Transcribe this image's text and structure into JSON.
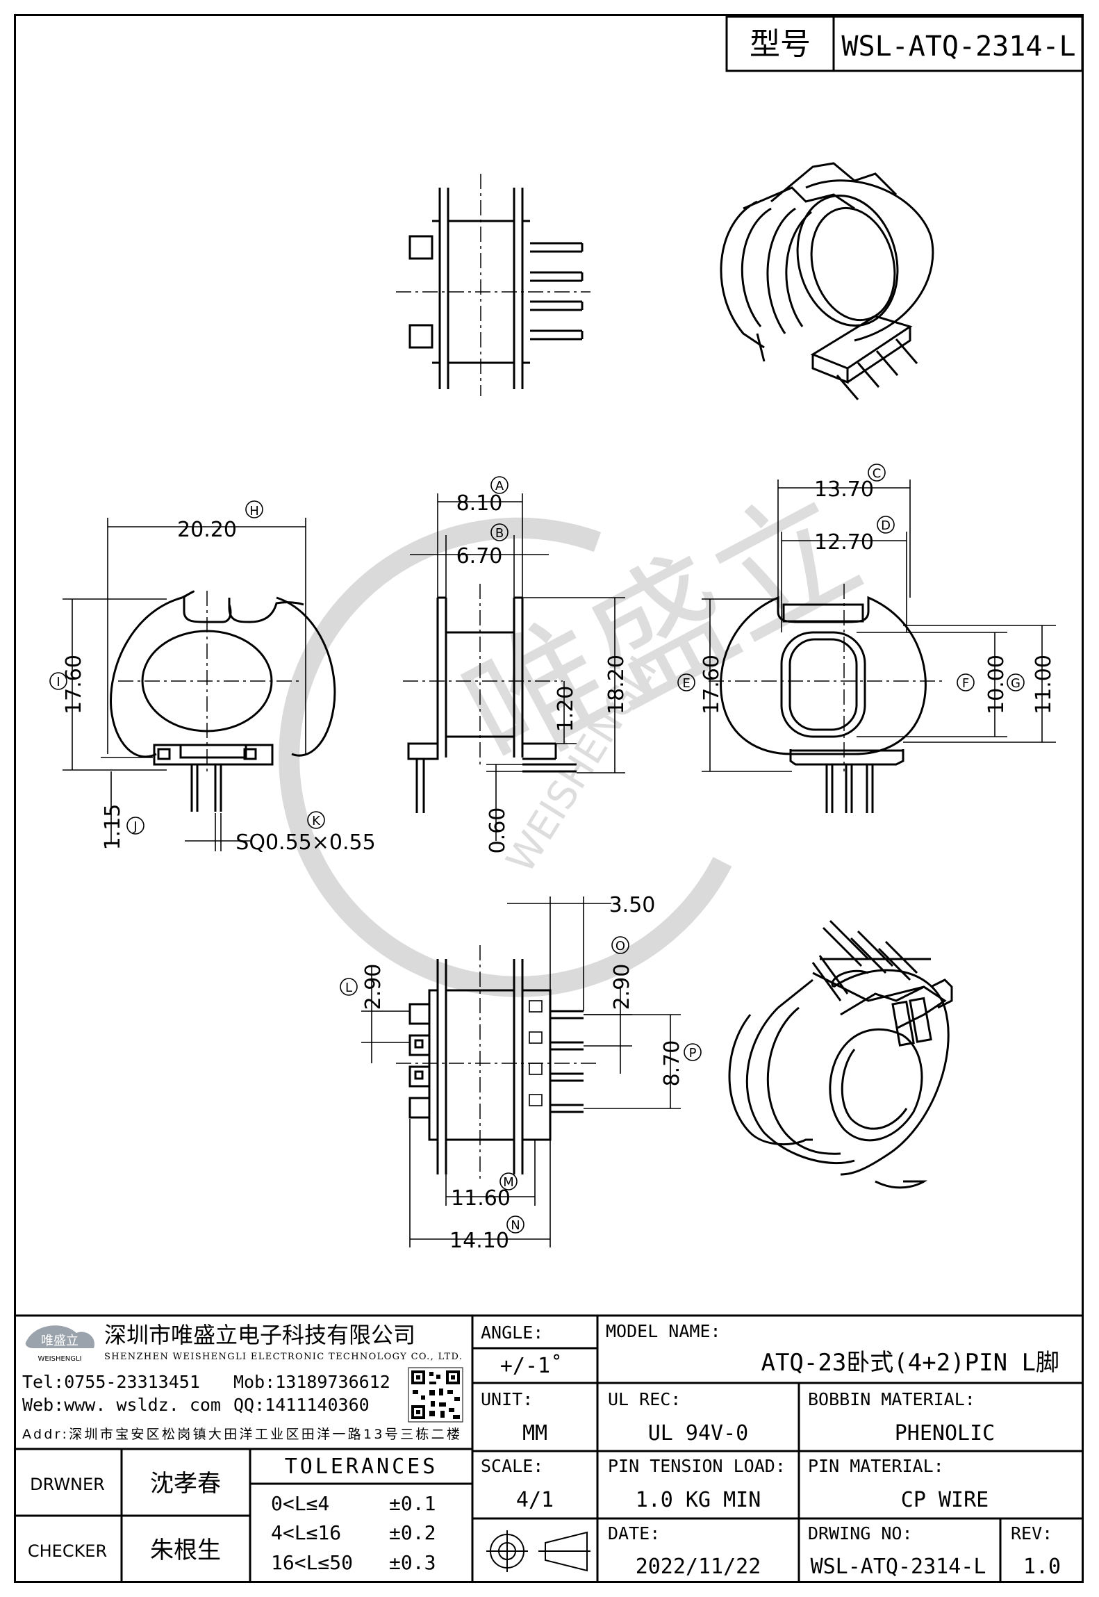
{
  "header": {
    "model_label": "型号",
    "model_value": "WSL-ATQ-2314-L"
  },
  "dimensions": {
    "A": "8.10",
    "B": "6.70",
    "C": "13.70",
    "D": "12.70",
    "E": "17.60",
    "F": "10.00",
    "G": "11.00",
    "H": "20.20",
    "I": "17.60",
    "J": "1.15",
    "K": "SQ0.55×0.55",
    "L": "2.90",
    "M": "11.60",
    "N": "14.10",
    "O": "2.90",
    "P": "8.70",
    "Q": "3.50",
    "R": "1.20",
    "S": "18.20",
    "T": "0.60"
  },
  "labels": {
    "A": "A",
    "B": "B",
    "C": "C",
    "D": "D",
    "E": "E",
    "F": "F",
    "G": "G",
    "H": "H",
    "I": "I",
    "J": "J",
    "K": "K",
    "L": "L",
    "M": "M",
    "N": "N",
    "O": "O",
    "P": "P"
  },
  "watermark": {
    "brand": "唯盛立",
    "sub": "WEISHENGLI"
  },
  "company": {
    "logo_text": "唯盛立",
    "logo_sub": "WEISHENGLI",
    "name_cn": "深圳市唯盛立电子科技有限公司",
    "name_en": "SHENZHEN WEISHENGLI ELECTRONIC TECHNOLOGY CO., LTD.",
    "tel": "Tel:0755-23313451",
    "mob": "Mob:13189736612",
    "web": "Web:www. wsldz. com",
    "qq": "QQ:1411140360",
    "addr": "Addr:深圳市宝安区松岗镇大田洋工业区田洋一路13号三栋二楼"
  },
  "titleblock": {
    "angle_label": "ANGLE:",
    "angle_value": "+/-1˚",
    "model_name_label": "MODEL NAME:",
    "model_name_value": "ATQ-23卧式(4+2)PIN L脚",
    "unit_label": "UNIT:",
    "unit_value": "MM",
    "ul_label": "UL REC:",
    "ul_value": "UL 94V-0",
    "bobbin_label": "BOBBIN MATERIAL:",
    "bobbin_value": "PHENOLIC",
    "scale_label": "SCALE:",
    "scale_value": "4/1",
    "pin_tension_label": "PIN TENSION LOAD:",
    "pin_tension_value": "1.0 KG MIN",
    "pin_material_label": "PIN MATERIAL:",
    "pin_material_value": "CP WIRE",
    "date_label": "DATE:",
    "date_value": "2022/11/22",
    "drawing_no_label": "DRWING NO:",
    "drawing_no_value": "WSL-ATQ-2314-L",
    "rev_label": "REV:",
    "rev_value": "1.0",
    "drawer_label": "DRWNER",
    "drawer_value": "沈孝春",
    "checker_label": "CHECKER",
    "checker_value": "朱根生",
    "tolerances_label": "TOLERANCES",
    "tol_rows": [
      {
        "range": "0<L≤4",
        "value": "±0.1"
      },
      {
        "range": "4<L≤16",
        "value": "±0.2"
      },
      {
        "range": "16<L≤50",
        "value": "±0.3"
      }
    ]
  }
}
